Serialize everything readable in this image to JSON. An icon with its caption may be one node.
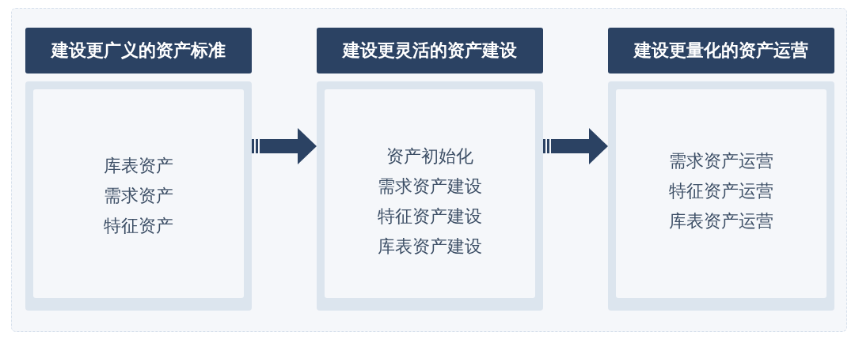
{
  "diagram": {
    "nodes": [
      {
        "text": [
          "建设更广义的资产标准"
        ]
      },
      {
        "text": [
          "库表资产",
          "需求资产",
          "特征资产"
        ]
      },
      {
        "text": [
          "建设更灵活的资产建设"
        ]
      },
      {
        "text": [
          "资产初始化",
          "需求资产建设",
          "特征资产建设",
          "库表资产建设"
        ]
      },
      {
        "text": [
          "建设更量化的资产运营"
        ]
      },
      {
        "text": [
          "需求资产运营",
          "特征资产运营",
          "库表资产运营"
        ]
      }
    ],
    "edges": [
      {
        "from": 1,
        "to": 3,
        "arrow": "to",
        "style": "thick"
      },
      {
        "from": 3,
        "to": 5,
        "arrow": "to",
        "style": "thick"
      }
    ]
  }
}
